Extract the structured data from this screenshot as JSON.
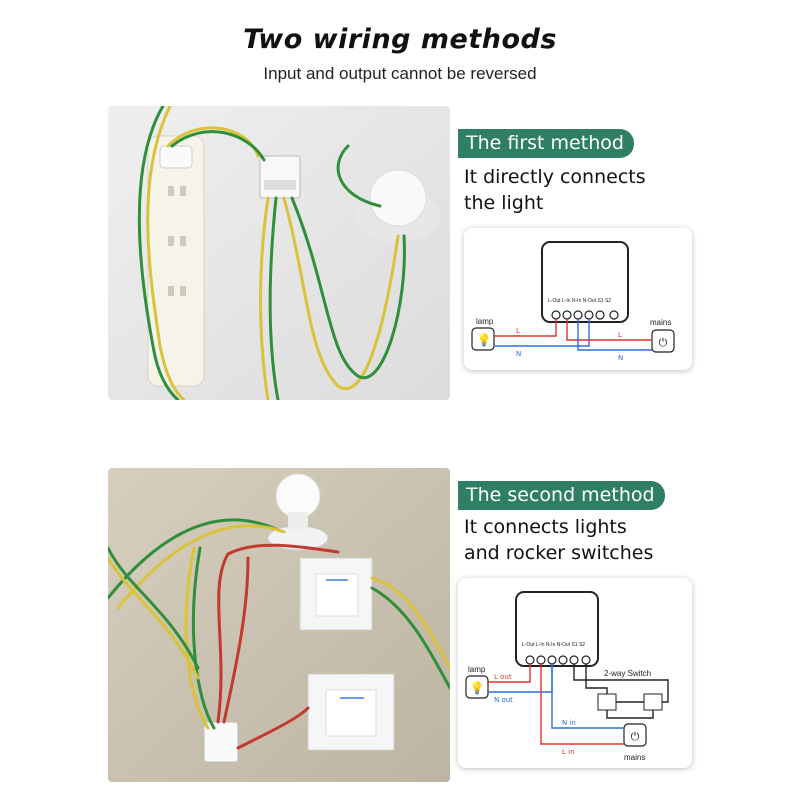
{
  "header": {
    "title": "Two wiring methods",
    "subtitle": "Input and output cannot be reversed"
  },
  "method1": {
    "badge": "The first method",
    "desc_line1": "It directly connects",
    "desc_line2": "the light",
    "diagram": {
      "lamp_label": "lamp",
      "mains_label": "mains",
      "terminals": "L-Out  L-In    N-In  N-Out    S1    S2",
      "wire_L1": "L",
      "wire_N1": "N",
      "wire_L2": "L",
      "wire_N2": "N"
    }
  },
  "method2": {
    "badge": "The second method",
    "desc_line1": "It connects lights",
    "desc_line2": "and rocker switches",
    "diagram": {
      "lamp_label": "lamp",
      "mains_label": "mains",
      "switch_label": "2-way Switch",
      "terminals": "L-Out  L-In    N-In  N-Out    S1    S2",
      "l_out": "L out",
      "n_out": "N out",
      "n_in": "N in",
      "l_in": "L in"
    }
  },
  "colors": {
    "accent_green": "#2f7f62",
    "wire_red": "#e0322e",
    "wire_blue": "#2f6fe0"
  }
}
